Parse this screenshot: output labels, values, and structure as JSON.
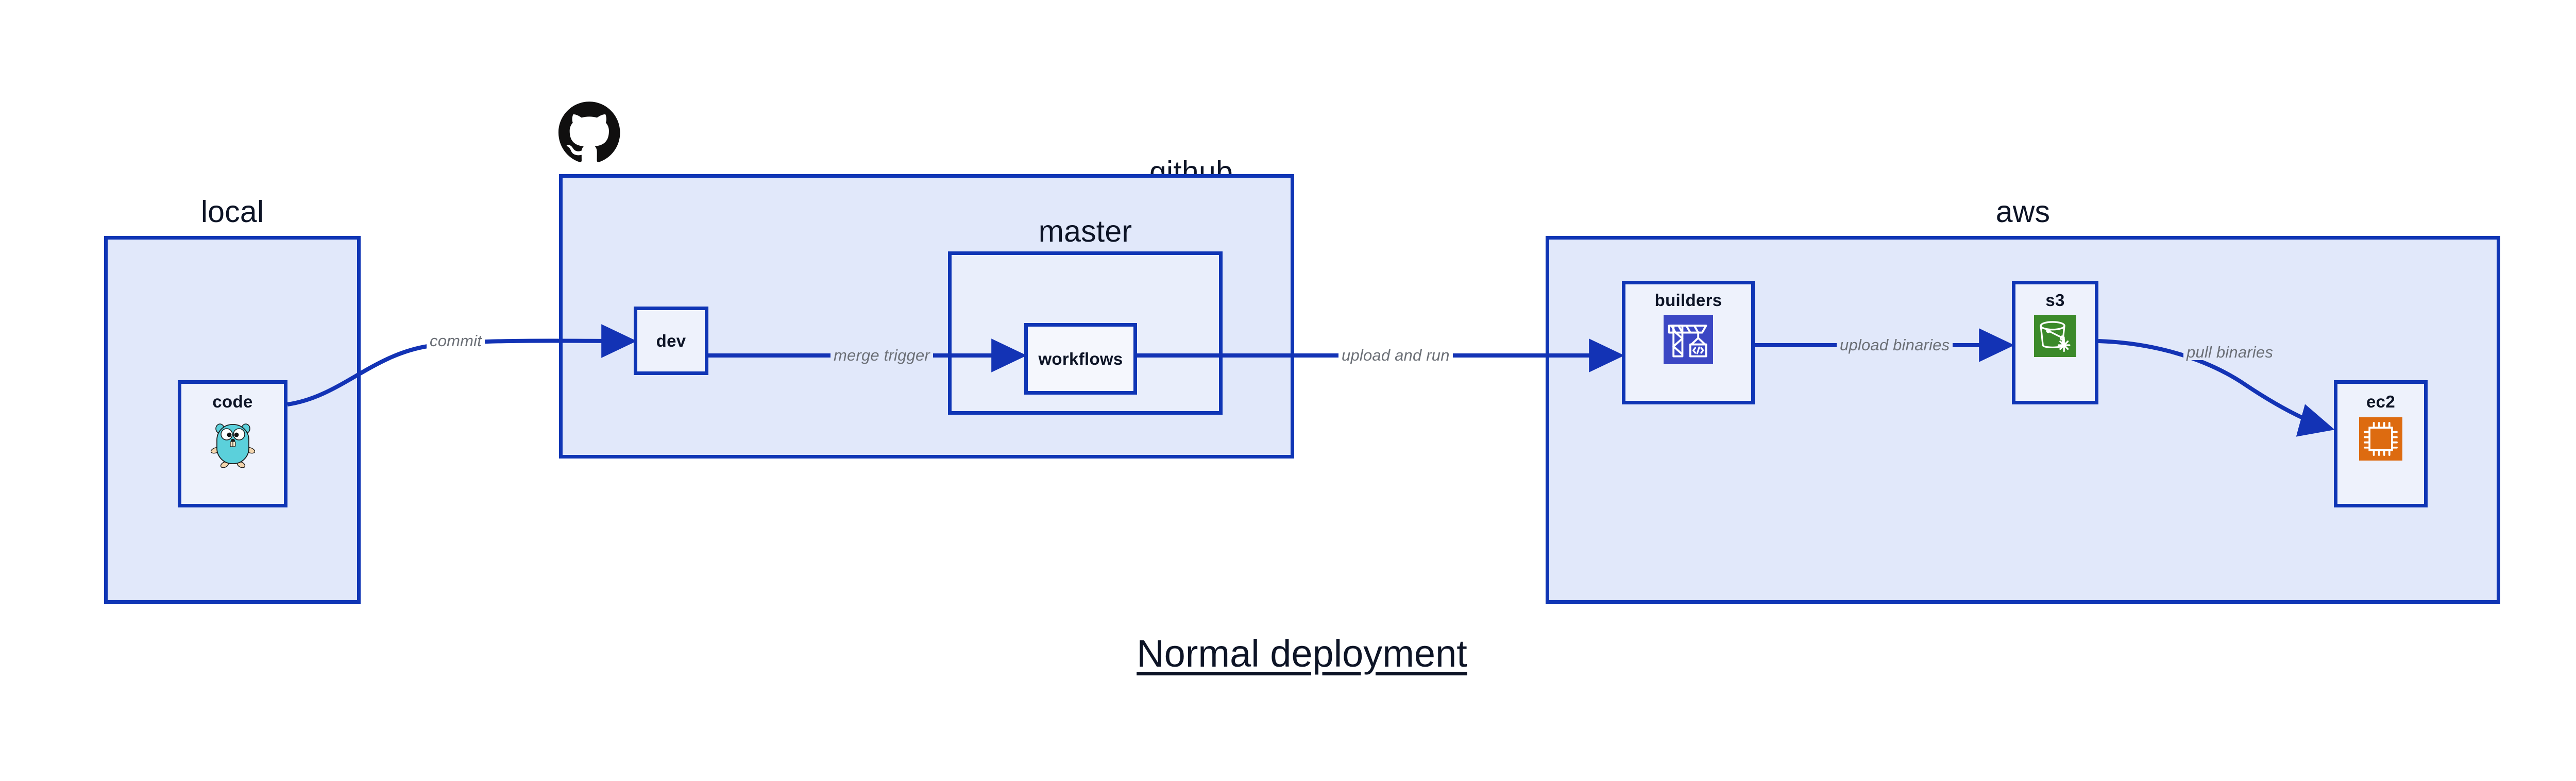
{
  "title": "Normal deployment",
  "colors": {
    "group_fill": "#e1e8fa",
    "group_border": "#0f35b5",
    "node_fill": "#eef2fc",
    "node_border": "#0f35b5",
    "arrow": "#1333b5",
    "edge_label_text": "#6b6f76",
    "node_label_text": "#0d1426",
    "builders_icon_bg": "#3b47c4",
    "s3_icon_bg": "#3b8a2a",
    "ec2_icon_bg": "#dd6b10",
    "gopher_body": "#5bd0db",
    "github_logo": "#100f0f"
  },
  "groups": [
    {
      "id": "local",
      "label": "local"
    },
    {
      "id": "github",
      "label": "github"
    },
    {
      "id": "master",
      "label": "master"
    },
    {
      "id": "aws",
      "label": "aws"
    }
  ],
  "nodes": [
    {
      "id": "code",
      "label": "code",
      "icon": "go-gopher-icon"
    },
    {
      "id": "dev",
      "label": "dev",
      "icon": "none"
    },
    {
      "id": "workflows",
      "label": "workflows",
      "icon": "none"
    },
    {
      "id": "builders",
      "label": "builders",
      "icon": "aws-codebuild-crane-icon"
    },
    {
      "id": "s3",
      "label": "s3",
      "icon": "aws-s3-bucket-icon"
    },
    {
      "id": "ec2",
      "label": "ec2",
      "icon": "aws-ec2-chip-icon"
    }
  ],
  "edges": [
    {
      "id": "code-to-dev",
      "label": "commit",
      "from": "code",
      "to": "dev"
    },
    {
      "id": "dev-to-workflows",
      "label": "merge trigger",
      "from": "dev",
      "to": "workflows"
    },
    {
      "id": "workflows-to-builders",
      "label": "upload and run",
      "from": "workflows",
      "to": "builders"
    },
    {
      "id": "builders-to-s3",
      "label": "upload binaries",
      "from": "builders",
      "to": "s3"
    },
    {
      "id": "s3-to-ec2",
      "label": "pull binaries",
      "from": "s3",
      "to": "ec2"
    }
  ],
  "logos": [
    {
      "id": "github-octocat",
      "name": "github-logo"
    }
  ]
}
